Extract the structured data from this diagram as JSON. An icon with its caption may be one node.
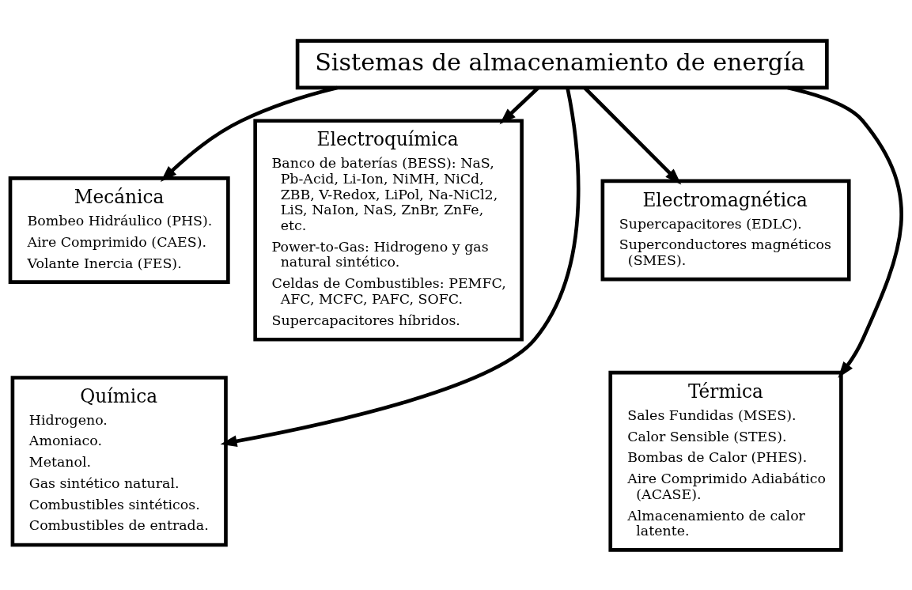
{
  "diagram": {
    "nodes": [
      {
        "text": [
          "Sistemas de almacenamiento de energía"
        ]
      },
      {
        "text": [
          "Mecánica",
          "Bombeo Hidráulico (PHS).",
          "Aire Comprimido (CAES).",
          "Volante Inercia (FES)."
        ]
      },
      {
        "text": [
          "Electroquímica",
          "Banco de baterías (BESS): NaS, Pb-Acid, Li-Ion, NiMH, NiCd, ZBB, V-Redox, LiPol, Na-NiCl2, LiS, NaIon, NaS, ZnBr, ZnFe, etc.",
          "Power-to-Gas: Hidrogeno y gas natural sintético.",
          "Celdas de Combustibles: PEMFC, AFC, MCFC, PAFC, SOFC.",
          "Supercapacitores híbridos."
        ]
      },
      {
        "text": [
          "Electromagnética",
          "Supercapacitores (EDLC).",
          "Superconductores magnéticos (SMES)."
        ]
      },
      {
        "text": [
          "Química",
          "Hidrogeno.",
          "Amoniaco.",
          "Metanol.",
          "Gas sintético natural.",
          "Combustibles sintéticos.",
          "Combustibles de entrada."
        ]
      },
      {
        "text": [
          "Térmica",
          "Sales Fundidas (MSES).",
          "Calor Sensible (STES).",
          "Bombas de Calor (PHES).",
          "Aire Comprimido Adiabático (ACASE).",
          "Almacenamiento de calor latente."
        ]
      }
    ],
    "edges": [
      {
        "from": 0,
        "to": 1,
        "arrow": "to"
      },
      {
        "from": 0,
        "to": 2,
        "arrow": "to"
      },
      {
        "from": 0,
        "to": 3,
        "arrow": "to"
      },
      {
        "from": 0,
        "to": 4,
        "arrow": "to"
      },
      {
        "from": 0,
        "to": 5,
        "arrow": "to"
      }
    ]
  }
}
